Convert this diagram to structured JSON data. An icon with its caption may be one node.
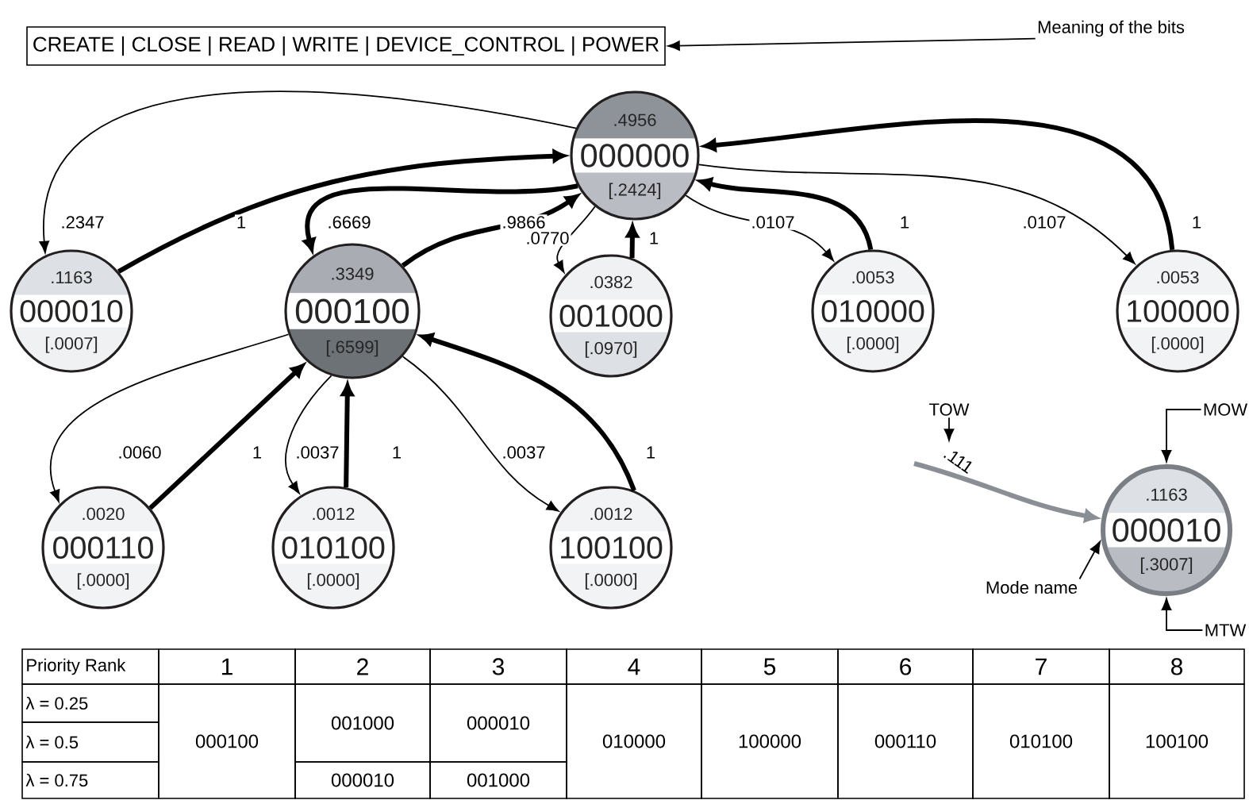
{
  "diagram": {
    "nodes": [
      {
        "text": [
          "CREATE | CLOSE | READ | WRITE | DEVICE_CONTROL | POWER"
        ]
      },
      {
        "text": [
          "Meaning of the bits"
        ]
      },
      {
        "text": [
          ".4956",
          "000000",
          "[.2424]"
        ]
      },
      {
        "text": [
          ".1163",
          "000010",
          "[.0007]"
        ]
      },
      {
        "text": [
          ".3349",
          "000100",
          "[.6599]"
        ]
      },
      {
        "text": [
          ".0382",
          "001000",
          "[.0970]"
        ]
      },
      {
        "text": [
          ".0053",
          "010000",
          "[.0000]"
        ]
      },
      {
        "text": [
          ".0053",
          "100000",
          "[.0000]"
        ]
      },
      {
        "text": [
          ".0020",
          "000110",
          "[.0000]"
        ]
      },
      {
        "text": [
          ".0012",
          "010100",
          "[.0000]"
        ]
      },
      {
        "text": [
          ".0012",
          "100100",
          "[.0000]"
        ]
      },
      {
        "text": [
          ".1163",
          "000010",
          "[.3007]"
        ]
      },
      {
        "text": [
          "TOW"
        ]
      },
      {
        "text": [
          "MOW"
        ]
      },
      {
        "text": [
          "Mode name"
        ]
      },
      {
        "text": [
          "MTW"
        ]
      }
    ],
    "edges": [
      {
        "from": 2,
        "to": 3,
        "arrow": "to",
        "label": ".2347"
      },
      {
        "from": 3,
        "to": 2,
        "arrow": "to",
        "label": "1",
        "style": "thick"
      },
      {
        "from": 2,
        "to": 4,
        "arrow": "to",
        "label": ".6669",
        "style": "thick"
      },
      {
        "from": 4,
        "to": 2,
        "arrow": "to",
        "label": ".9866",
        "style": "thick"
      },
      {
        "from": 2,
        "to": 5,
        "arrow": "to",
        "label": ".0770"
      },
      {
        "from": 5,
        "to": 2,
        "arrow": "to",
        "label": "1",
        "style": "thick"
      },
      {
        "from": 2,
        "to": 6,
        "arrow": "to",
        "label": ".0107"
      },
      {
        "from": 6,
        "to": 2,
        "arrow": "to",
        "label": "1",
        "style": "thick"
      },
      {
        "from": 2,
        "to": 7,
        "arrow": "to",
        "label": ".0107"
      },
      {
        "from": 7,
        "to": 2,
        "arrow": "to",
        "label": "1",
        "style": "thick"
      },
      {
        "from": 4,
        "to": 8,
        "arrow": "to",
        "label": ".0060"
      },
      {
        "from": 8,
        "to": 4,
        "arrow": "to",
        "label": "1",
        "style": "thick"
      },
      {
        "from": 4,
        "to": 9,
        "arrow": "to",
        "label": ".0037"
      },
      {
        "from": 9,
        "to": 4,
        "arrow": "to",
        "label": "1",
        "style": "thick"
      },
      {
        "from": 4,
        "to": 10,
        "arrow": "to",
        "label": ".0037"
      },
      {
        "from": 10,
        "to": 4,
        "arrow": "to",
        "label": "1",
        "style": "thick"
      },
      {
        "from": 1,
        "to": 0,
        "arrow": "to"
      },
      {
        "from": null,
        "to": 11,
        "arrow": "to",
        "label": ".111",
        "style": "thick",
        "color": "#8a8f96"
      },
      {
        "from": 12,
        "to": null,
        "arrow": "to"
      },
      {
        "from": 13,
        "to": 11,
        "arrow": "to"
      },
      {
        "from": 14,
        "to": 11,
        "arrow": "to"
      },
      {
        "from": 15,
        "to": 11,
        "arrow": "to"
      }
    ],
    "labels": [
      "Priority Rank",
      "1",
      "2",
      "3",
      "4",
      "5",
      "6",
      "7",
      "8",
      "λ = 0.25",
      "001000",
      "000010",
      "λ = 0.5",
      "000100",
      "010000",
      "100000",
      "000110",
      "010100",
      "100100",
      "λ = 0.75",
      "000010",
      "001000"
    ]
  }
}
